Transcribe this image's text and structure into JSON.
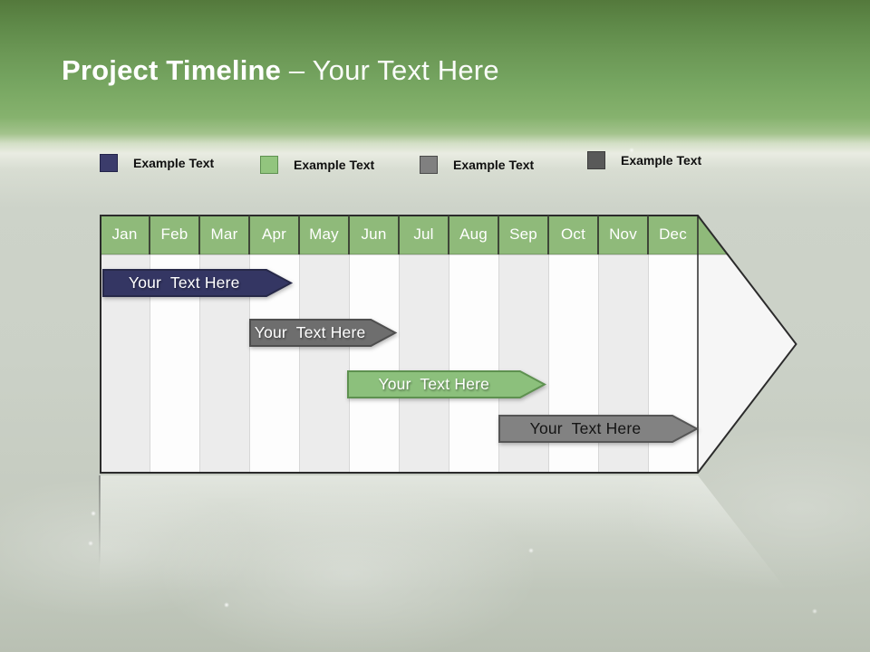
{
  "slide": {
    "title": {
      "bold": "Project Timeline",
      "regular": " – Your Text Here"
    }
  },
  "legend": {
    "items": [
      {
        "label": "Example Text",
        "color": "#3B3C6B",
        "border": "#23244A"
      },
      {
        "label": "Example Text",
        "color": "#92C57E",
        "border": "#5E9150"
      },
      {
        "label": "Example Text",
        "color": "#808080",
        "border": "#4A4A4A"
      },
      {
        "label": "Example Text",
        "color": "#595959",
        "border": "#3D3D3D"
      }
    ]
  },
  "chart_data": {
    "type": "timeline",
    "title": "Project Timeline – Your Text Here",
    "categories": [
      "Jan",
      "Feb",
      "Mar",
      "Apr",
      "May",
      "Jun",
      "Jul",
      "Aug",
      "Sep",
      "Oct",
      "Nov",
      "Dec"
    ],
    "header_color": "#8FBA7A",
    "header_separator_color": "#3E4637",
    "outline_color": "#2B2B2B",
    "bars": [
      {
        "label": "Your  Text Here",
        "start_month": "Jan",
        "end_month": "Mar",
        "start": 0.05,
        "end": 3.85,
        "row": 0,
        "fill": "#343663",
        "border": "#272949",
        "text_color": "#FFFFFF",
        "text_shadow": true
      },
      {
        "label": "Your  Text Here",
        "start_month": "Apr",
        "end_month": "Jun",
        "start": 3.0,
        "end": 5.95,
        "row": 1,
        "fill": "#6E6E6E",
        "border": "#4E4E4E",
        "text_color": "#FFFFFF",
        "text_shadow": true
      },
      {
        "label": "Your  Text Here",
        "start_month": "Jun",
        "end_month": "Sep",
        "start": 4.97,
        "end": 8.95,
        "row": 2,
        "fill": "#8CC07C",
        "border": "#5E9150",
        "text_color": "#FFFFFF",
        "text_shadow": true
      },
      {
        "label": "Your  Text Here",
        "start_month": "Sep",
        "end_month": "Dec",
        "start": 8.0,
        "end": 12.0,
        "row": 3,
        "fill": "#828282",
        "border": "#565656",
        "text_color": "#141414",
        "text_shadow": false
      }
    ]
  }
}
